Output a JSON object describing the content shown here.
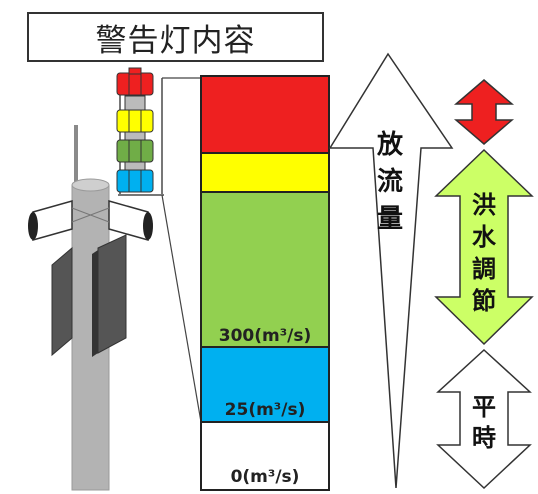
{
  "title": "警告灯内容",
  "levels": [
    {
      "label": "300(m³/s)",
      "value": 300
    },
    {
      "label": "25(m³/s)",
      "value": 25
    },
    {
      "label": "0(m³/s)",
      "value": 0
    }
  ],
  "discharge_label": [
    "放",
    "流",
    "量"
  ],
  "flood_control_label": [
    "洪",
    "水",
    "調",
    "節"
  ],
  "normal_label": [
    "平",
    "時"
  ],
  "colors": {
    "red": "#ee2020",
    "yellow": "#ffff00",
    "green": "#92d050",
    "blue": "#00b0f0",
    "flood_arrow": "#ccff66",
    "pole": "#b3b3b3"
  }
}
